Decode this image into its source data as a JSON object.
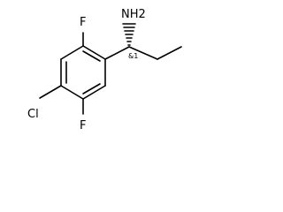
{
  "molecule": {
    "atoms": {
      "nh2": "NH2",
      "stereo": "&1",
      "f_top": "F",
      "f_bottom": "F",
      "cl": "Cl"
    }
  }
}
